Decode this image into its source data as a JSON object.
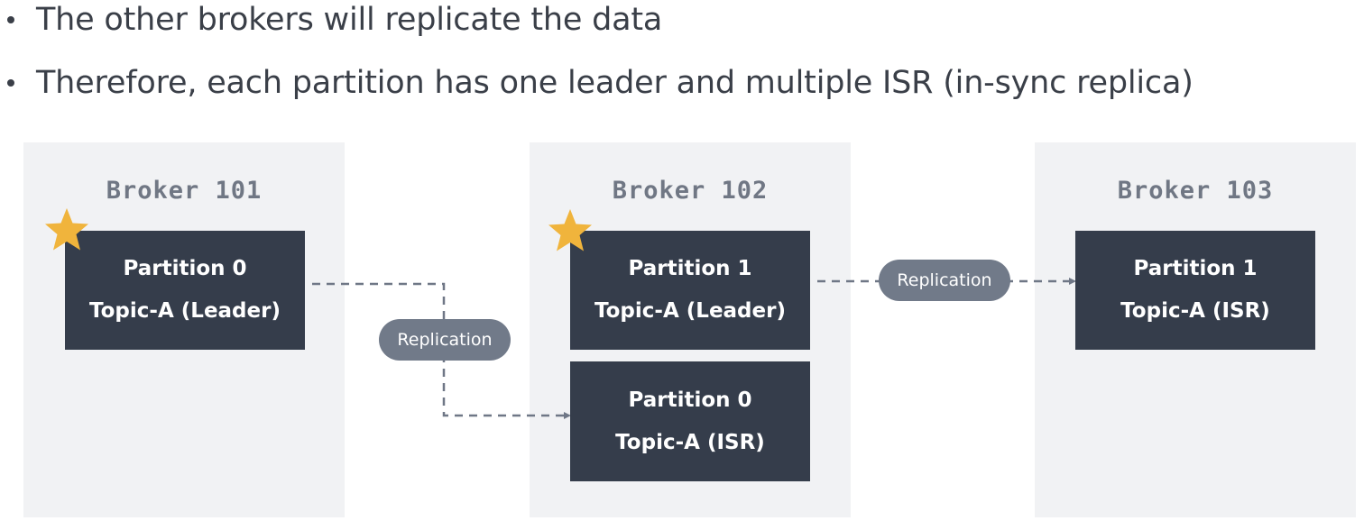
{
  "bullets": [
    "The other brokers will replicate the data",
    "Therefore, each partition has one leader and multiple ISR (in-sync replica)"
  ],
  "brokers": [
    {
      "title": "Broker 101",
      "partitions": [
        {
          "line1": "Partition 0",
          "line2": "Topic-A (Leader)",
          "leader": true
        }
      ]
    },
    {
      "title": "Broker 102",
      "partitions": [
        {
          "line1": "Partition 1",
          "line2": "Topic-A (Leader)",
          "leader": true
        },
        {
          "line1": "Partition 0",
          "line2": "Topic-A (ISR)",
          "leader": false
        }
      ]
    },
    {
      "title": "Broker 103",
      "partitions": [
        {
          "line1": "Partition 1",
          "line2": "Topic-A (ISR)",
          "leader": false
        }
      ]
    }
  ],
  "replication_links": [
    {
      "label": "Replication",
      "from": "Broker 101 / Partition 0",
      "to": "Broker 102 / Partition 0"
    },
    {
      "label": "Replication",
      "from": "Broker 102 / Partition 1",
      "to": "Broker 103 / Partition 1"
    }
  ],
  "icons": {
    "leader_marker": "star-icon"
  },
  "colors": {
    "text": "#3a3f48",
    "broker_bg": "#f1f2f4",
    "broker_title": "#707784",
    "partition_bg": "#353d4b",
    "partition_text": "#ffffff",
    "pill_bg": "#717a89",
    "dashed_line": "#6f7786",
    "star": "#f0b43c"
  }
}
